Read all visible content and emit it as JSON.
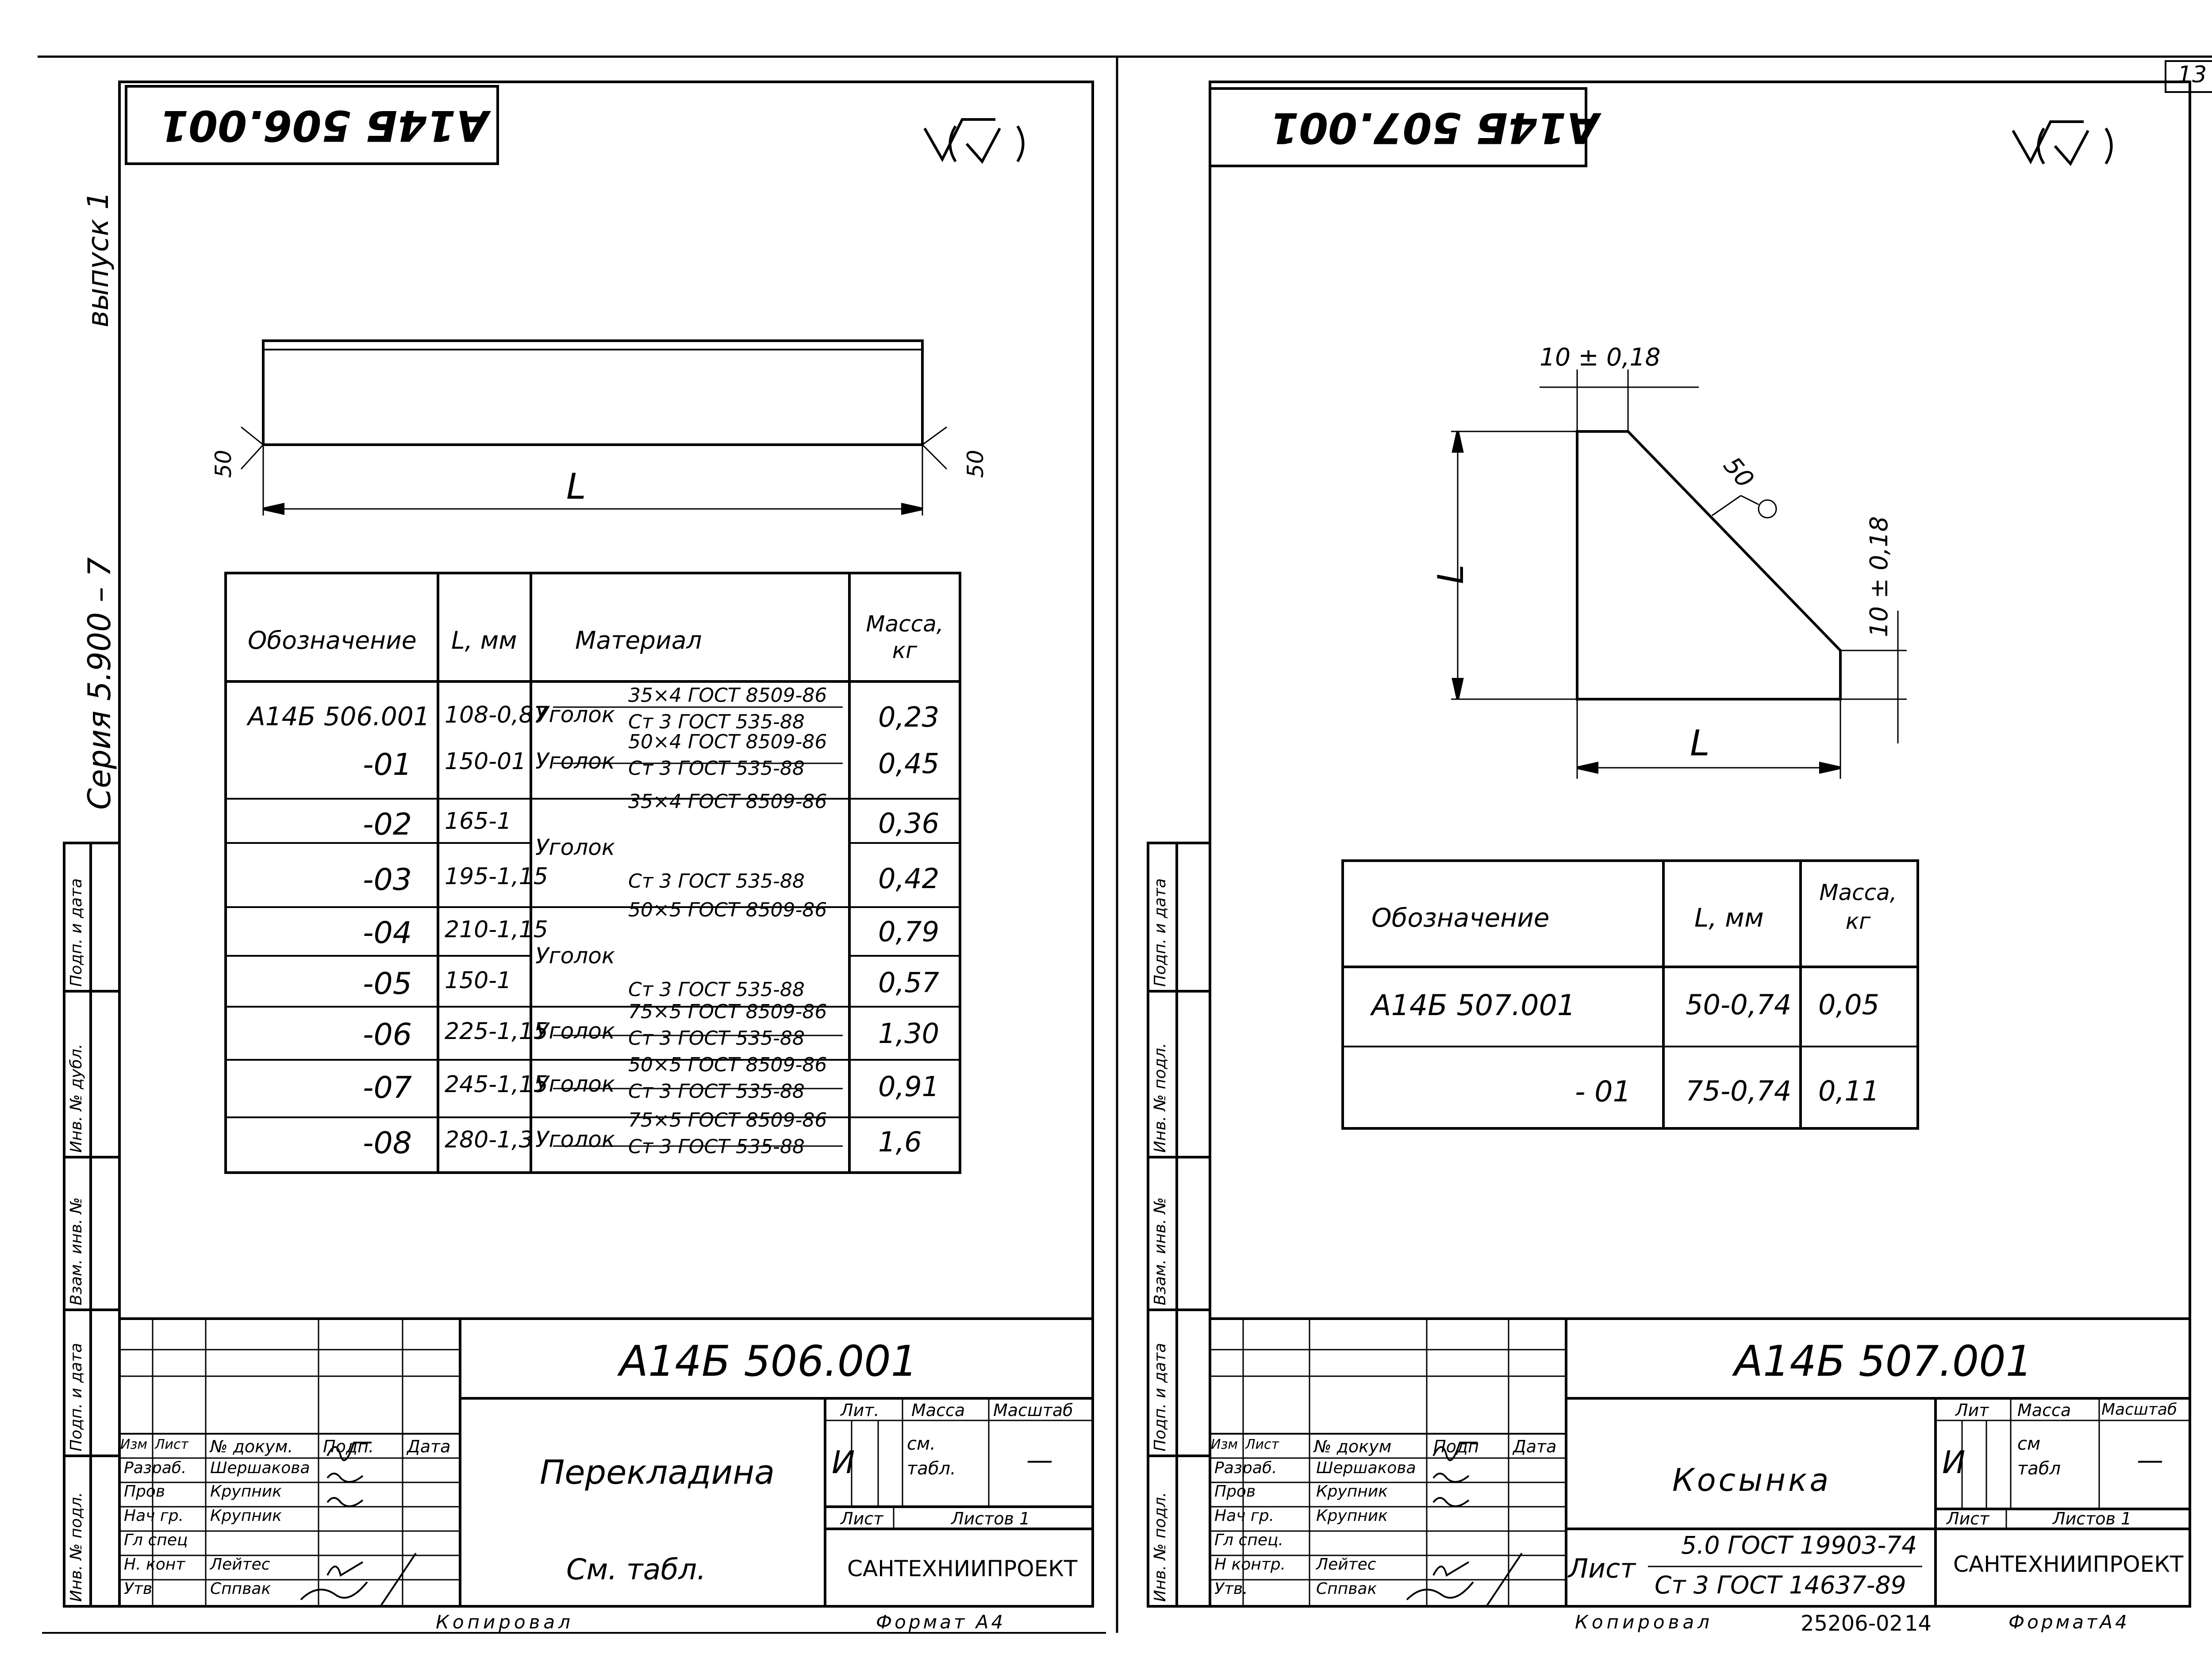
{
  "left": {
    "code": "А14Б 506.001",
    "side_label_vypusk": "выпуск 1",
    "side_label_seriya": "Серия 5.900 – 7",
    "dim_L": "L",
    "bevel_left": "50",
    "bevel_right": "50",
    "table": {
      "headers": [
        "Обозначение",
        "L, мм",
        "Материал",
        "Масса, кг"
      ],
      "rows": [
        {
          "code": "А14Б 506.001",
          "L": "108-0,87",
          "mat_type": "Уголок",
          "mat_top": "35×4 ГОСТ 8509-86",
          "mat_bot": "Ст 3 ГОСТ 535-88",
          "mass": "0,23"
        },
        {
          "code": "-01",
          "L": "150-01",
          "mat_type": "Уголок",
          "mat_top": "50×4 ГОСТ 8509-86",
          "mat_bot": "Ст 3 ГОСТ 535-88",
          "mass": "0,45"
        },
        {
          "code": "-02",
          "L": "165-1",
          "mat_type": "Уголок",
          "mat_top": "35×4 ГОСТ 8509-86",
          "mat_bot": "Ст 3 ГОСТ 535-88",
          "mass": "0,36"
        },
        {
          "code": "-03",
          "L": "195-1,15",
          "mat_type": "",
          "mat_top": "",
          "mat_bot": "",
          "mass": "0,42"
        },
        {
          "code": "-04",
          "L": "210-1,15",
          "mat_type": "Уголок",
          "mat_top": "50×5 ГОСТ 8509-86",
          "mat_bot": "Ст 3 ГОСТ 535-88",
          "mass": "0,79"
        },
        {
          "code": "-05",
          "L": "150-1",
          "mat_type": "",
          "mat_top": "",
          "mat_bot": "",
          "mass": "0,57"
        },
        {
          "code": "-06",
          "L": "225-1,15",
          "mat_type": "Уголок",
          "mat_top": "75×5 ГОСТ 8509-86",
          "mat_bot": "Ст 3 ГОСТ 535-88",
          "mass": "1,30"
        },
        {
          "code": "-07",
          "L": "245-1,15",
          "mat_type": "Уголок",
          "mat_top": "50×5 ГОСТ 8509-86",
          "mat_bot": "Ст 3 ГОСТ 535-88",
          "mass": "0,91"
        },
        {
          "code": "-08",
          "L": "280-1,3",
          "mat_type": "Уголок",
          "mat_top": "75×5 ГОСТ 8509-86",
          "mat_bot": "Ст 3 ГОСТ 535-88",
          "mass": "1,6"
        }
      ]
    },
    "title_block": {
      "code": "А14Б 506.001",
      "name": "Перекладина",
      "material": "См. табл.",
      "org": "САНТЕХНИИПРОЕКТ",
      "lit": "Лит.",
      "massa": "Масса",
      "masshtab": "Масштаб",
      "lit_val": "И",
      "massa_val": "см. табл.",
      "masshtab_val": "—",
      "list": "Лист",
      "listov": "Листов 1",
      "izm": "Изм",
      "list_h": "Лист",
      "dokum": "№ докум.",
      "podp": "Подп.",
      "data": "Дата",
      "roles": [
        "Разраб.",
        "Пров",
        "Нач гр.",
        "Гл спец",
        "Н. конт",
        "Утв"
      ],
      "names": [
        "Шершакова",
        "Крупник",
        "Крупник",
        "",
        "Лейтес",
        "Сппвак"
      ]
    },
    "footer_copied": "Копировал",
    "footer_format": "Формат А4",
    "side_stamps": [
      "Инв. № подл.",
      "Подп. и дата",
      "Взам. инв. №",
      "Инв. № дубл.",
      "Подп. и дата"
    ]
  },
  "right": {
    "sheet_no": "13",
    "code": "А14Б 507.001",
    "dims": {
      "top": "10 ± 0,18",
      "side": "10 ± 0,18",
      "bevel": "50",
      "L_vert": "L",
      "L_horiz": "L"
    },
    "table": {
      "headers": [
        "Обозначение",
        "L, мм",
        "Масса, кг"
      ],
      "rows": [
        {
          "code": "А14Б 507.001",
          "L": "50-0,74",
          "mass": "0,05"
        },
        {
          "code": "- 01",
          "L": "75-0,74",
          "mass": "0,11"
        }
      ]
    },
    "title_block": {
      "code": "А14Б 507.001",
      "name": "Косынка",
      "list_label": "Лист",
      "material_top": "5.0 ГОСТ 19903-74",
      "material_bot": "Ст 3 ГОСТ 14637-89",
      "org": "САНТЕХНИИПРОЕКТ",
      "lit": "Лит",
      "massa": "Масса",
      "masshtab": "Масштаб",
      "lit_val": "И",
      "massa_val": "см табл",
      "masshtab_val": "—",
      "list": "Лист",
      "listov": "Листов 1",
      "izm": "Изм",
      "list_h": "Лист",
      "dokum": "№ докум",
      "podp": "Подп",
      "data": "Дата",
      "roles": [
        "Разраб.",
        "Пров",
        "Нач гр.",
        "Гл спец.",
        "Н контр.",
        "Утв."
      ],
      "names": [
        "Шершакова",
        "Крупник",
        "Крупник",
        "",
        "Лейтес",
        "Сппвак"
      ]
    },
    "footer_copied": "Копировал",
    "footer_number": "25206-02",
    "footer_sheet": "14",
    "footer_format": "ФорматА4",
    "side_stamps": [
      "Инв. № подл.",
      "Подп. и дата",
      "Взам. инв. №",
      "Инв. № подл.",
      "Подп. и дата"
    ]
  }
}
